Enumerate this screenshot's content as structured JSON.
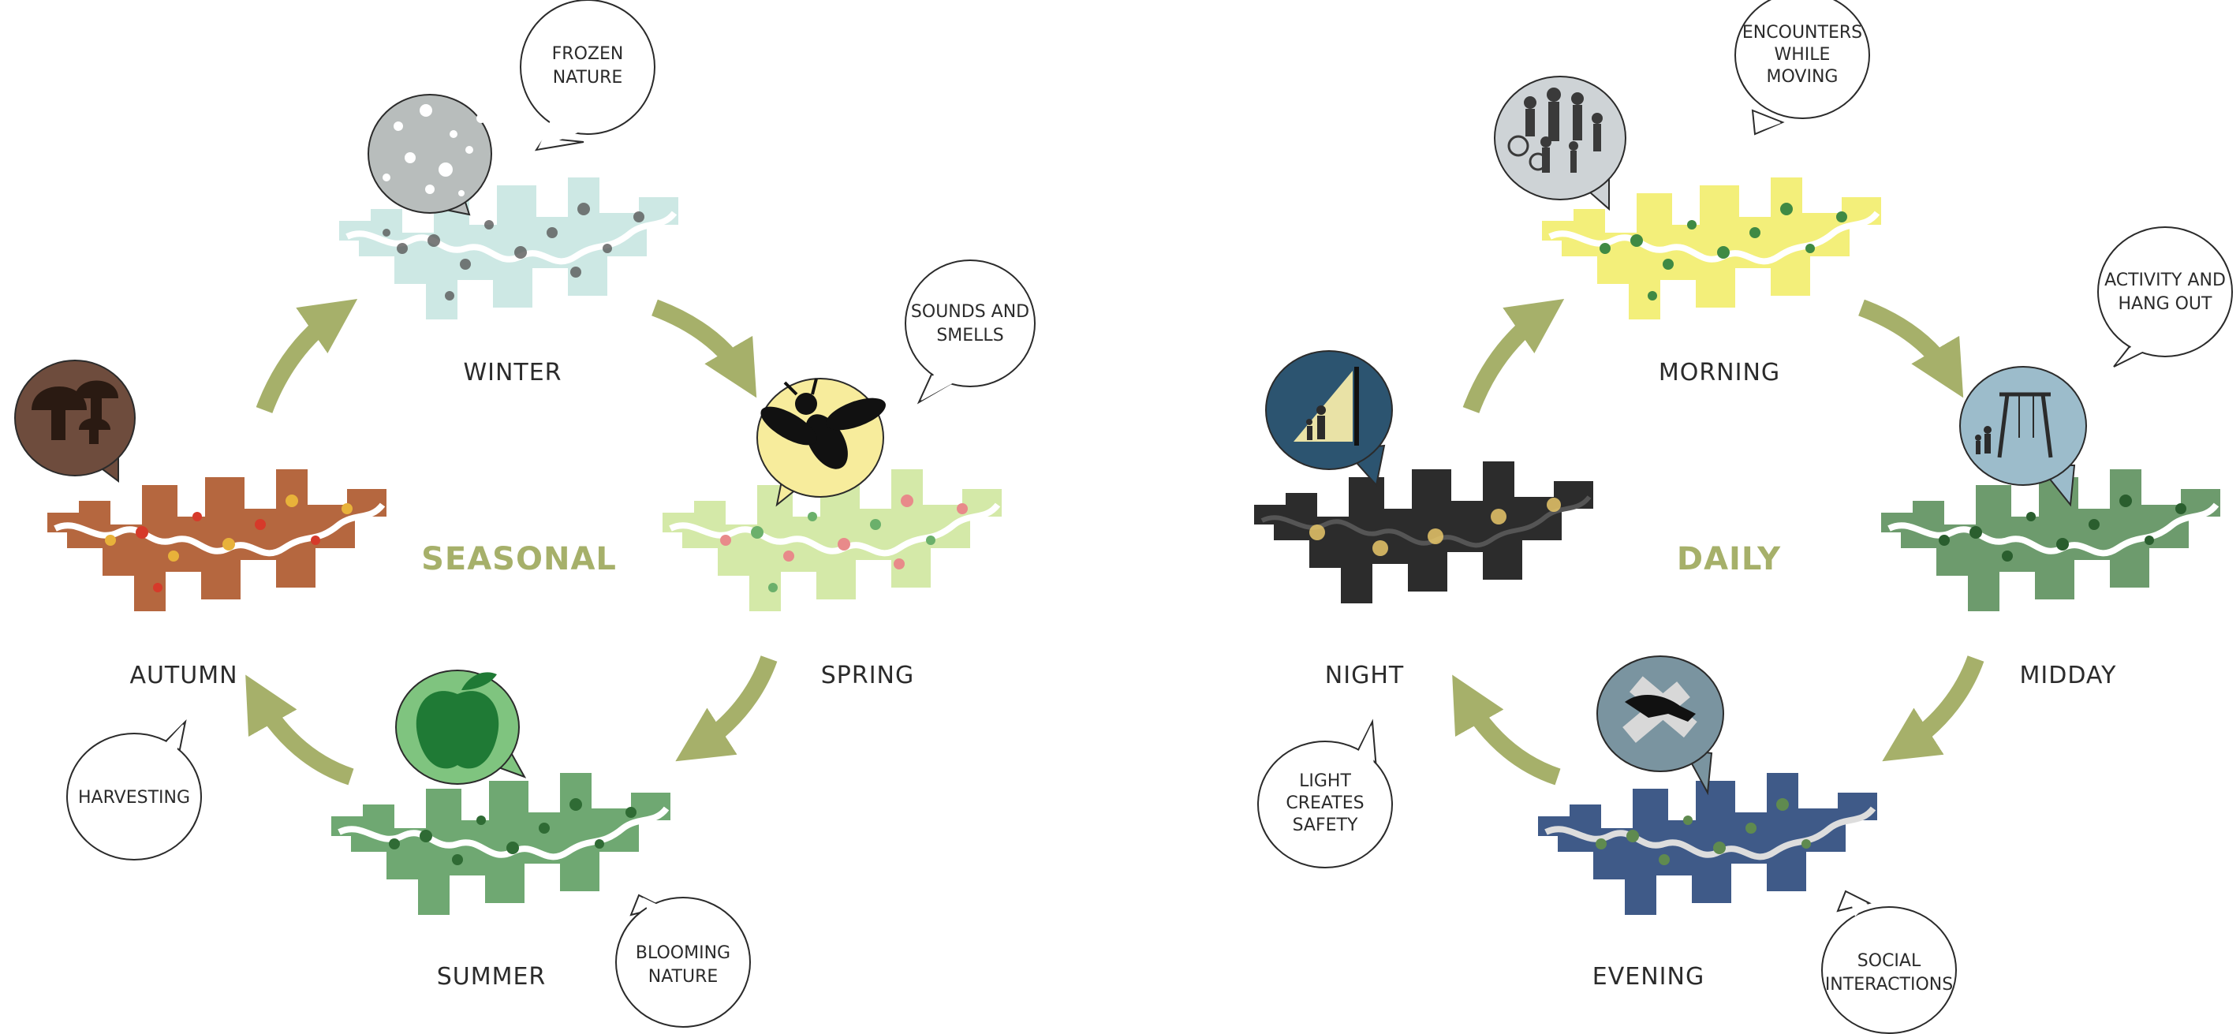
{
  "seasonal": {
    "title": "SEASONAL",
    "stages": {
      "winter": "WINTER",
      "spring": "SPRING",
      "summer": "SUMMER",
      "autumn": "AUTUMN"
    },
    "bubbles": {
      "winter": [
        "FROZEN",
        "NATURE"
      ],
      "spring": [
        "SOUNDS AND",
        "SMELLS"
      ],
      "summer": [
        "BLOOMING",
        "NATURE"
      ],
      "autumn": [
        "HARVESTING"
      ]
    }
  },
  "daily": {
    "title": "DAILY",
    "stages": {
      "morning": "MORNING",
      "midday": "MIDDAY",
      "evening": "EVENING",
      "night": "NIGHT"
    },
    "bubbles": {
      "morning": [
        "ENCOUNTERS",
        "WHILE",
        "MOVING"
      ],
      "midday": [
        "ACTIVITY AND",
        "HANG OUT"
      ],
      "evening": [
        "SOCIAL",
        "INTERACTIONS"
      ],
      "night": [
        "LIGHT",
        "CREATES",
        "SAFETY"
      ]
    }
  },
  "icons": {
    "winter": "snowflakes-icon",
    "spring": "bee-icon",
    "summer": "apple-icon",
    "autumn": "mushrooms-icon",
    "morning": "people-crowd-icon",
    "midday": "swing-icon",
    "evening": "handshake-icon",
    "night": "streetlight-icon"
  },
  "colors": {
    "arrow": "#a6b06a",
    "title": "#a6b06a",
    "winter_map": "#cde8e4",
    "spring_map": "#d4e9a8",
    "summer_map": "#6fa872",
    "autumn_map": "#b5673f",
    "morning_map": "#f3ef7a",
    "midday_map": "#6d9b6d",
    "evening_map": "#3f5a88",
    "night_map": "#2c2c2c"
  }
}
